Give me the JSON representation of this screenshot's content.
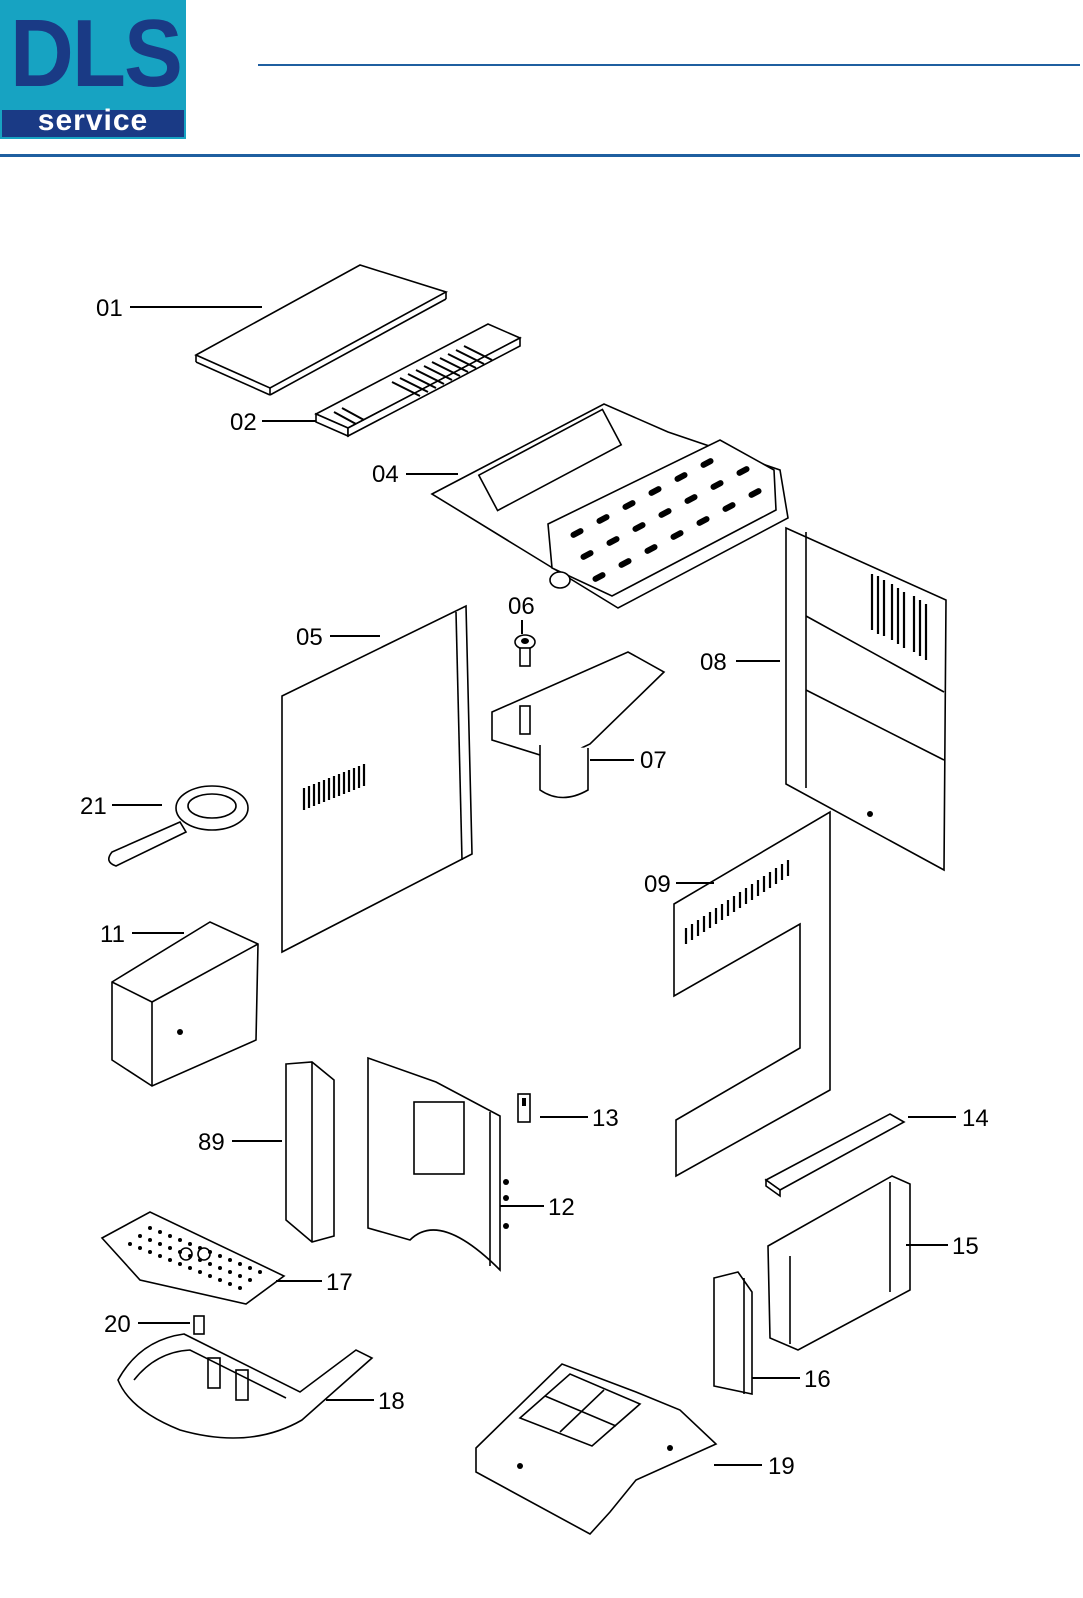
{
  "logo": {
    "letters": "DLS",
    "word": "service"
  },
  "colors": {
    "logo_cyan": "#17a3c2",
    "logo_navy": "#1a3a85",
    "rule_blue": "#1f5fa0"
  },
  "labels": {
    "p01": "01",
    "p02": "02",
    "p04": "04",
    "p05": "05",
    "p06": "06",
    "p07": "07",
    "p08": "08",
    "p09": "09",
    "p11": "11",
    "p12": "12",
    "p13": "13",
    "p14": "14",
    "p15": "15",
    "p16": "16",
    "p17": "17",
    "p18": "18",
    "p19": "19",
    "p20": "20",
    "p21": "21",
    "p89": "89"
  }
}
